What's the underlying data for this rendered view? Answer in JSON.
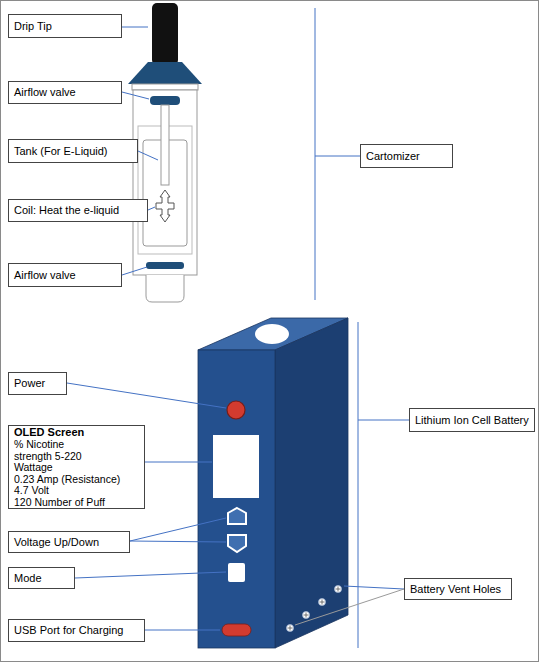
{
  "diagram": {
    "nodes": [
      {
        "text": [
          "Drip Tip"
        ]
      },
      {
        "text": [
          "Airflow valve"
        ]
      },
      {
        "text": [
          "Tank (For E-Liquid)"
        ]
      },
      {
        "text": [
          "Cartomizer"
        ]
      },
      {
        "text": [
          "Coil: Heat the e-liquid"
        ]
      },
      {
        "text": [
          "Airflow valve"
        ]
      },
      {
        "text": [
          "Power"
        ]
      },
      {
        "text": [
          "Lithium Ion Cell Battery"
        ]
      },
      {
        "text": [
          "OLED Screen",
          "% Nicotine strength 5-220",
          "Wattage",
          "0.23 Amp (Resistance)",
          "4.7 Volt",
          "120 Number of Puff"
        ]
      },
      {
        "text": [
          "Voltage Up/Down"
        ]
      },
      {
        "text": [
          "Mode"
        ]
      },
      {
        "text": [
          "Battery Vent Holes"
        ]
      },
      {
        "text": [
          "USB Port for Charging"
        ]
      }
    ]
  }
}
